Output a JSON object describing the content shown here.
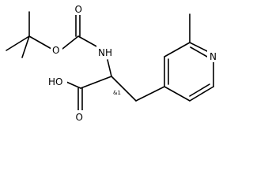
{
  "molecule": {
    "atoms": {
      "o_carbonyl": "O",
      "o_ester": "O",
      "nh": "NH",
      "oh": "HO",
      "o_acid": "O",
      "n_pyridine": "N"
    },
    "stereo_label": "&1"
  },
  "colors": {
    "bond": "#000000",
    "background": "#ffffff"
  }
}
